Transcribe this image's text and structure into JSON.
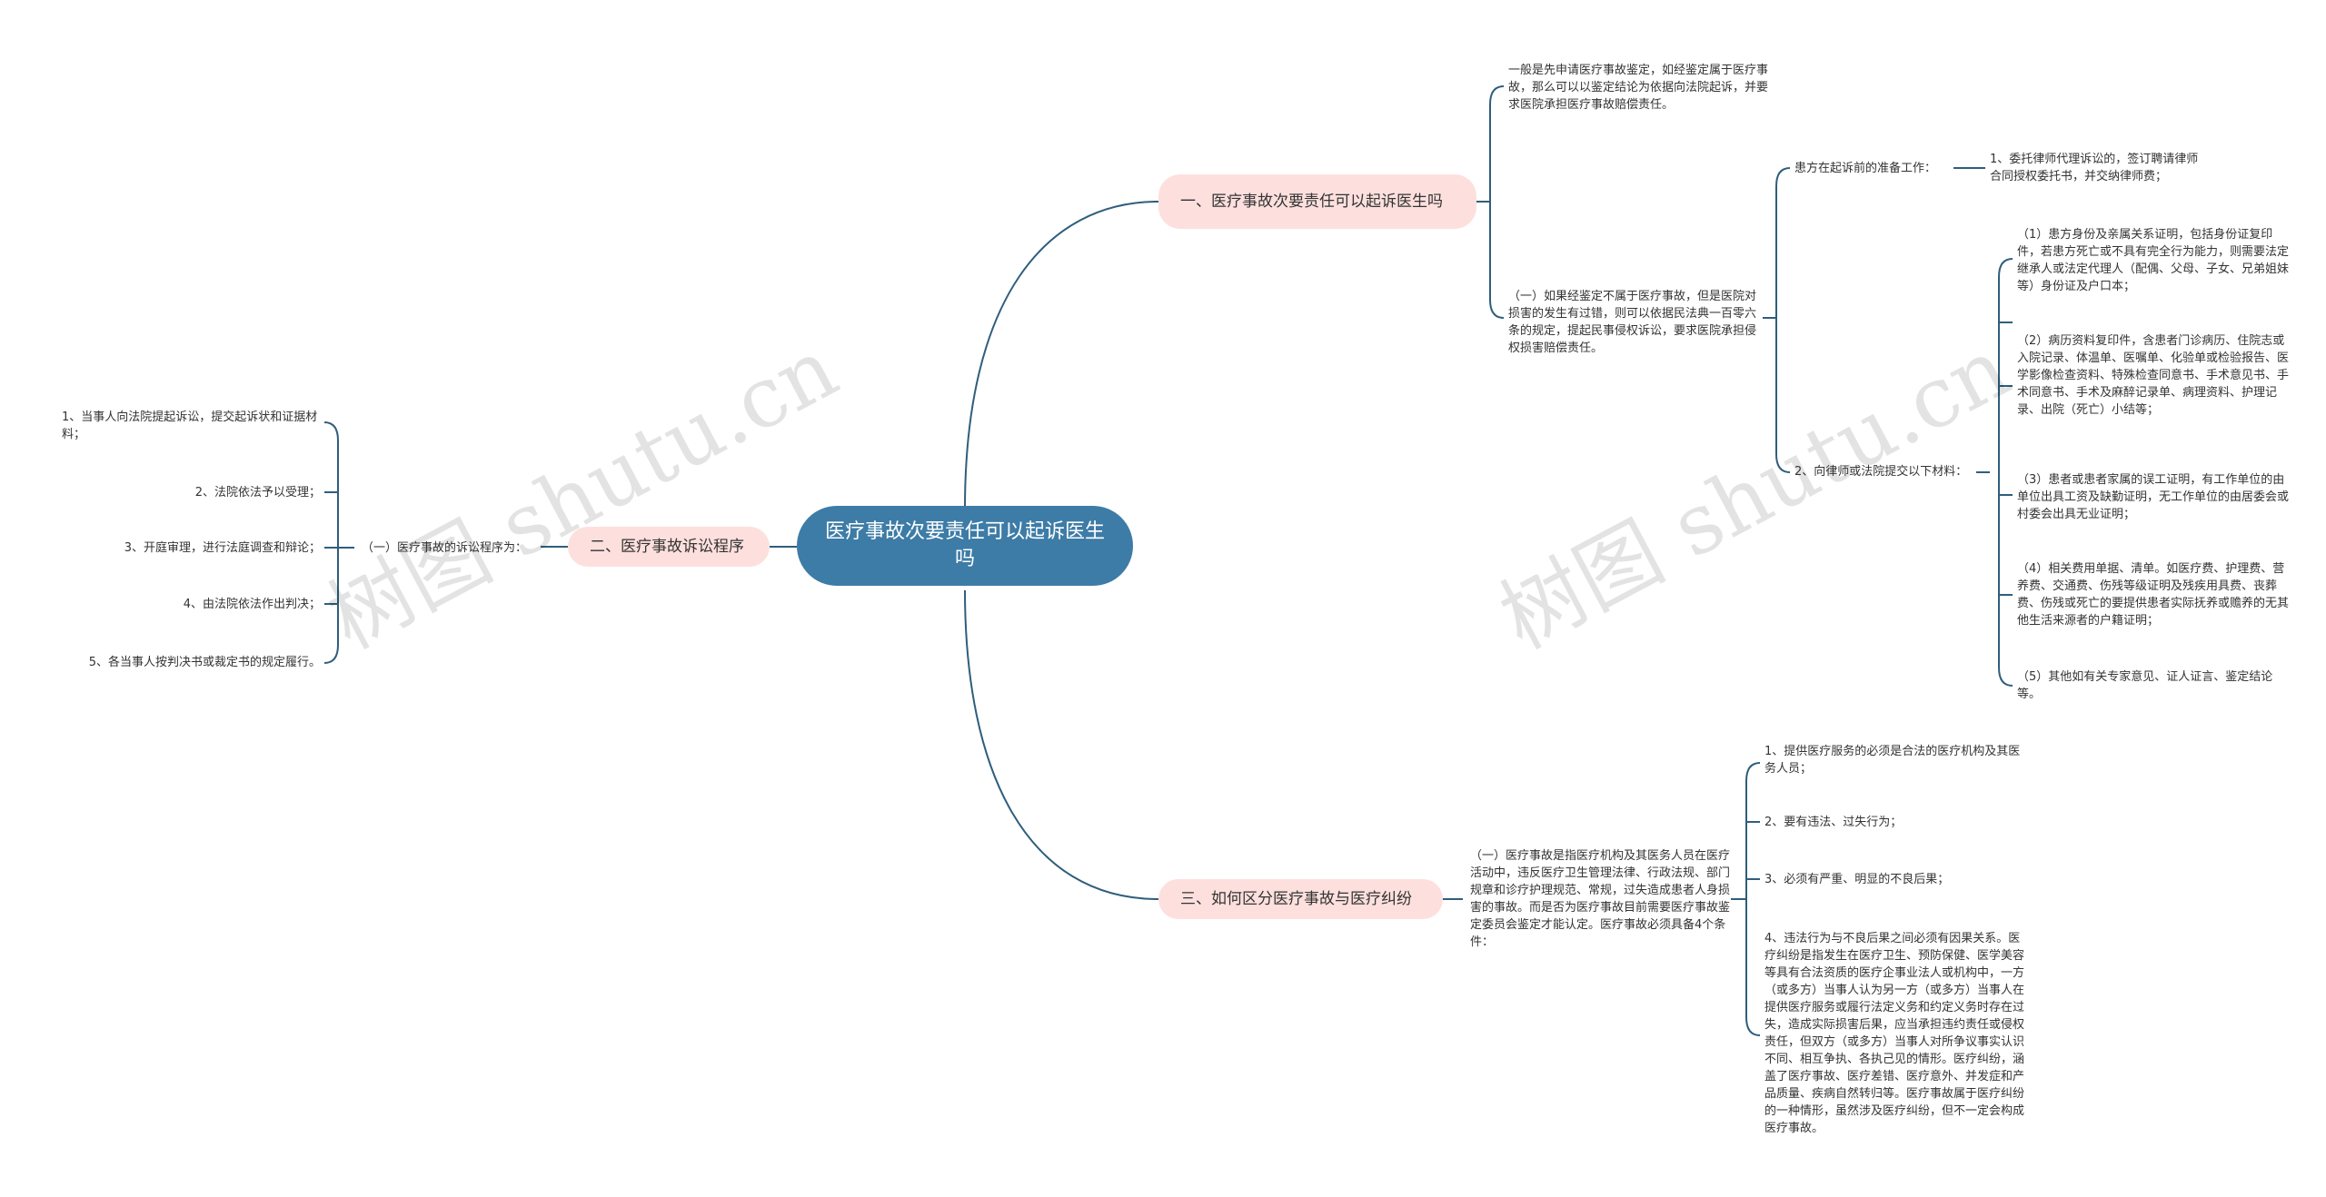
{
  "root": {
    "label": "医疗事故次要责任可以起诉医生吗"
  },
  "branches": {
    "b1": {
      "label": "一、医疗事故次要责任可以起诉医生吗",
      "intro": "一般是先申请医疗事故鉴定，如经鉴定属于医疗事故，那么可以以鉴定结论为依据向法院起诉，并要求医院承担医疗事故赔偿责任。",
      "sub": "（一）如果经鉴定不属于医疗事故，但是医院对损害的发生有过错，则可以依据民法典一百零六条的规定，提起民事侵权诉讼，要求医院承担侵权损害赔偿责任。",
      "prep": "患方在起诉前的准备工作：",
      "prep_item": "1、委托律师代理诉讼的，签订聘请律师合同授权委托书，并交纳律师费；",
      "materials": "2、向律师或法院提交以下材料：",
      "m1": "（1）患方身份及亲属关系证明，包括身份证复印件，若患方死亡或不具有完全行为能力，则需要法定继承人或法定代理人（配偶、父母、子女、兄弟姐妹等）身份证及户口本；",
      "m2": "（2）病历资料复印件，含患者门诊病历、住院志或入院记录、体温单、医嘱单、化验单或检验报告、医学影像检查资料、特殊检查同意书、手术意见书、手术同意书、手术及麻醉记录单、病理资料、护理记录、出院（死亡）小结等；",
      "m3": "（3）患者或患者家属的误工证明，有工作单位的由单位出具工资及缺勤证明，无工作单位的由居委会或村委会出具无业证明；",
      "m4": "（4）相关费用单据、清单。如医疗费、护理费、营养费、交通费、伤残等级证明及残疾用具费、丧葬费、伤残或死亡的要提供患者实际抚养或赡养的无其他生活来源者的户籍证明；",
      "m5": "（5）其他如有关专家意见、证人证言、鉴定结论等。"
    },
    "b2": {
      "label": "二、医疗事故诉讼程序",
      "sub": "（一）医疗事故的诉讼程序为：",
      "s1": "1、当事人向法院提起诉讼，提交起诉状和证据材料；",
      "s2": "2、法院依法予以受理；",
      "s3": "3、开庭审理，进行法庭调查和辩论；",
      "s4": "4、由法院依法作出判决；",
      "s5": "5、各当事人按判决书或裁定书的规定履行。"
    },
    "b3": {
      "label": "三、如何区分医疗事故与医疗纠纷",
      "sub": "（一）医疗事故是指医疗机构及其医务人员在医疗活动中，违反医疗卫生管理法律、行政法规、部门规章和诊疗护理规范、常规，过失造成患者人身损害的事故。而是否为医疗事故目前需要医疗事故鉴定委员会鉴定才能认定。医疗事故必须具备4个条件：",
      "c1": "1、提供医疗服务的必须是合法的医疗机构及其医务人员；",
      "c2": "2、要有违法、过失行为；",
      "c3": "3、必须有严重、明显的不良后果；",
      "c4": "4、违法行为与不良后果之间必须有因果关系。医疗纠纷是指发生在医疗卫生、预防保健、医学美容等具有合法资质的医疗企事业法人或机构中，一方（或多方）当事人认为另一方（或多方）当事人在提供医疗服务或履行法定义务和约定义务时存在过失，造成实际损害后果，应当承担违约责任或侵权责任，但双方（或多方）当事人对所争议事实认识不同、相互争执、各执己见的情形。医疗纠纷，涵盖了医疗事故、医疗差错、医疗意外、并发症和产品质量、疾病自然转归等。医疗事故属于医疗纠纷的一种情形，虽然涉及医疗纠纷，但不一定会构成医疗事故。"
    }
  },
  "watermarks": [
    "树图 shutu.cn",
    "树图 shutu.cn"
  ],
  "colors": {
    "root": "#3d7ca6",
    "branch": "#fde0de",
    "line": "#2f5e7c"
  }
}
